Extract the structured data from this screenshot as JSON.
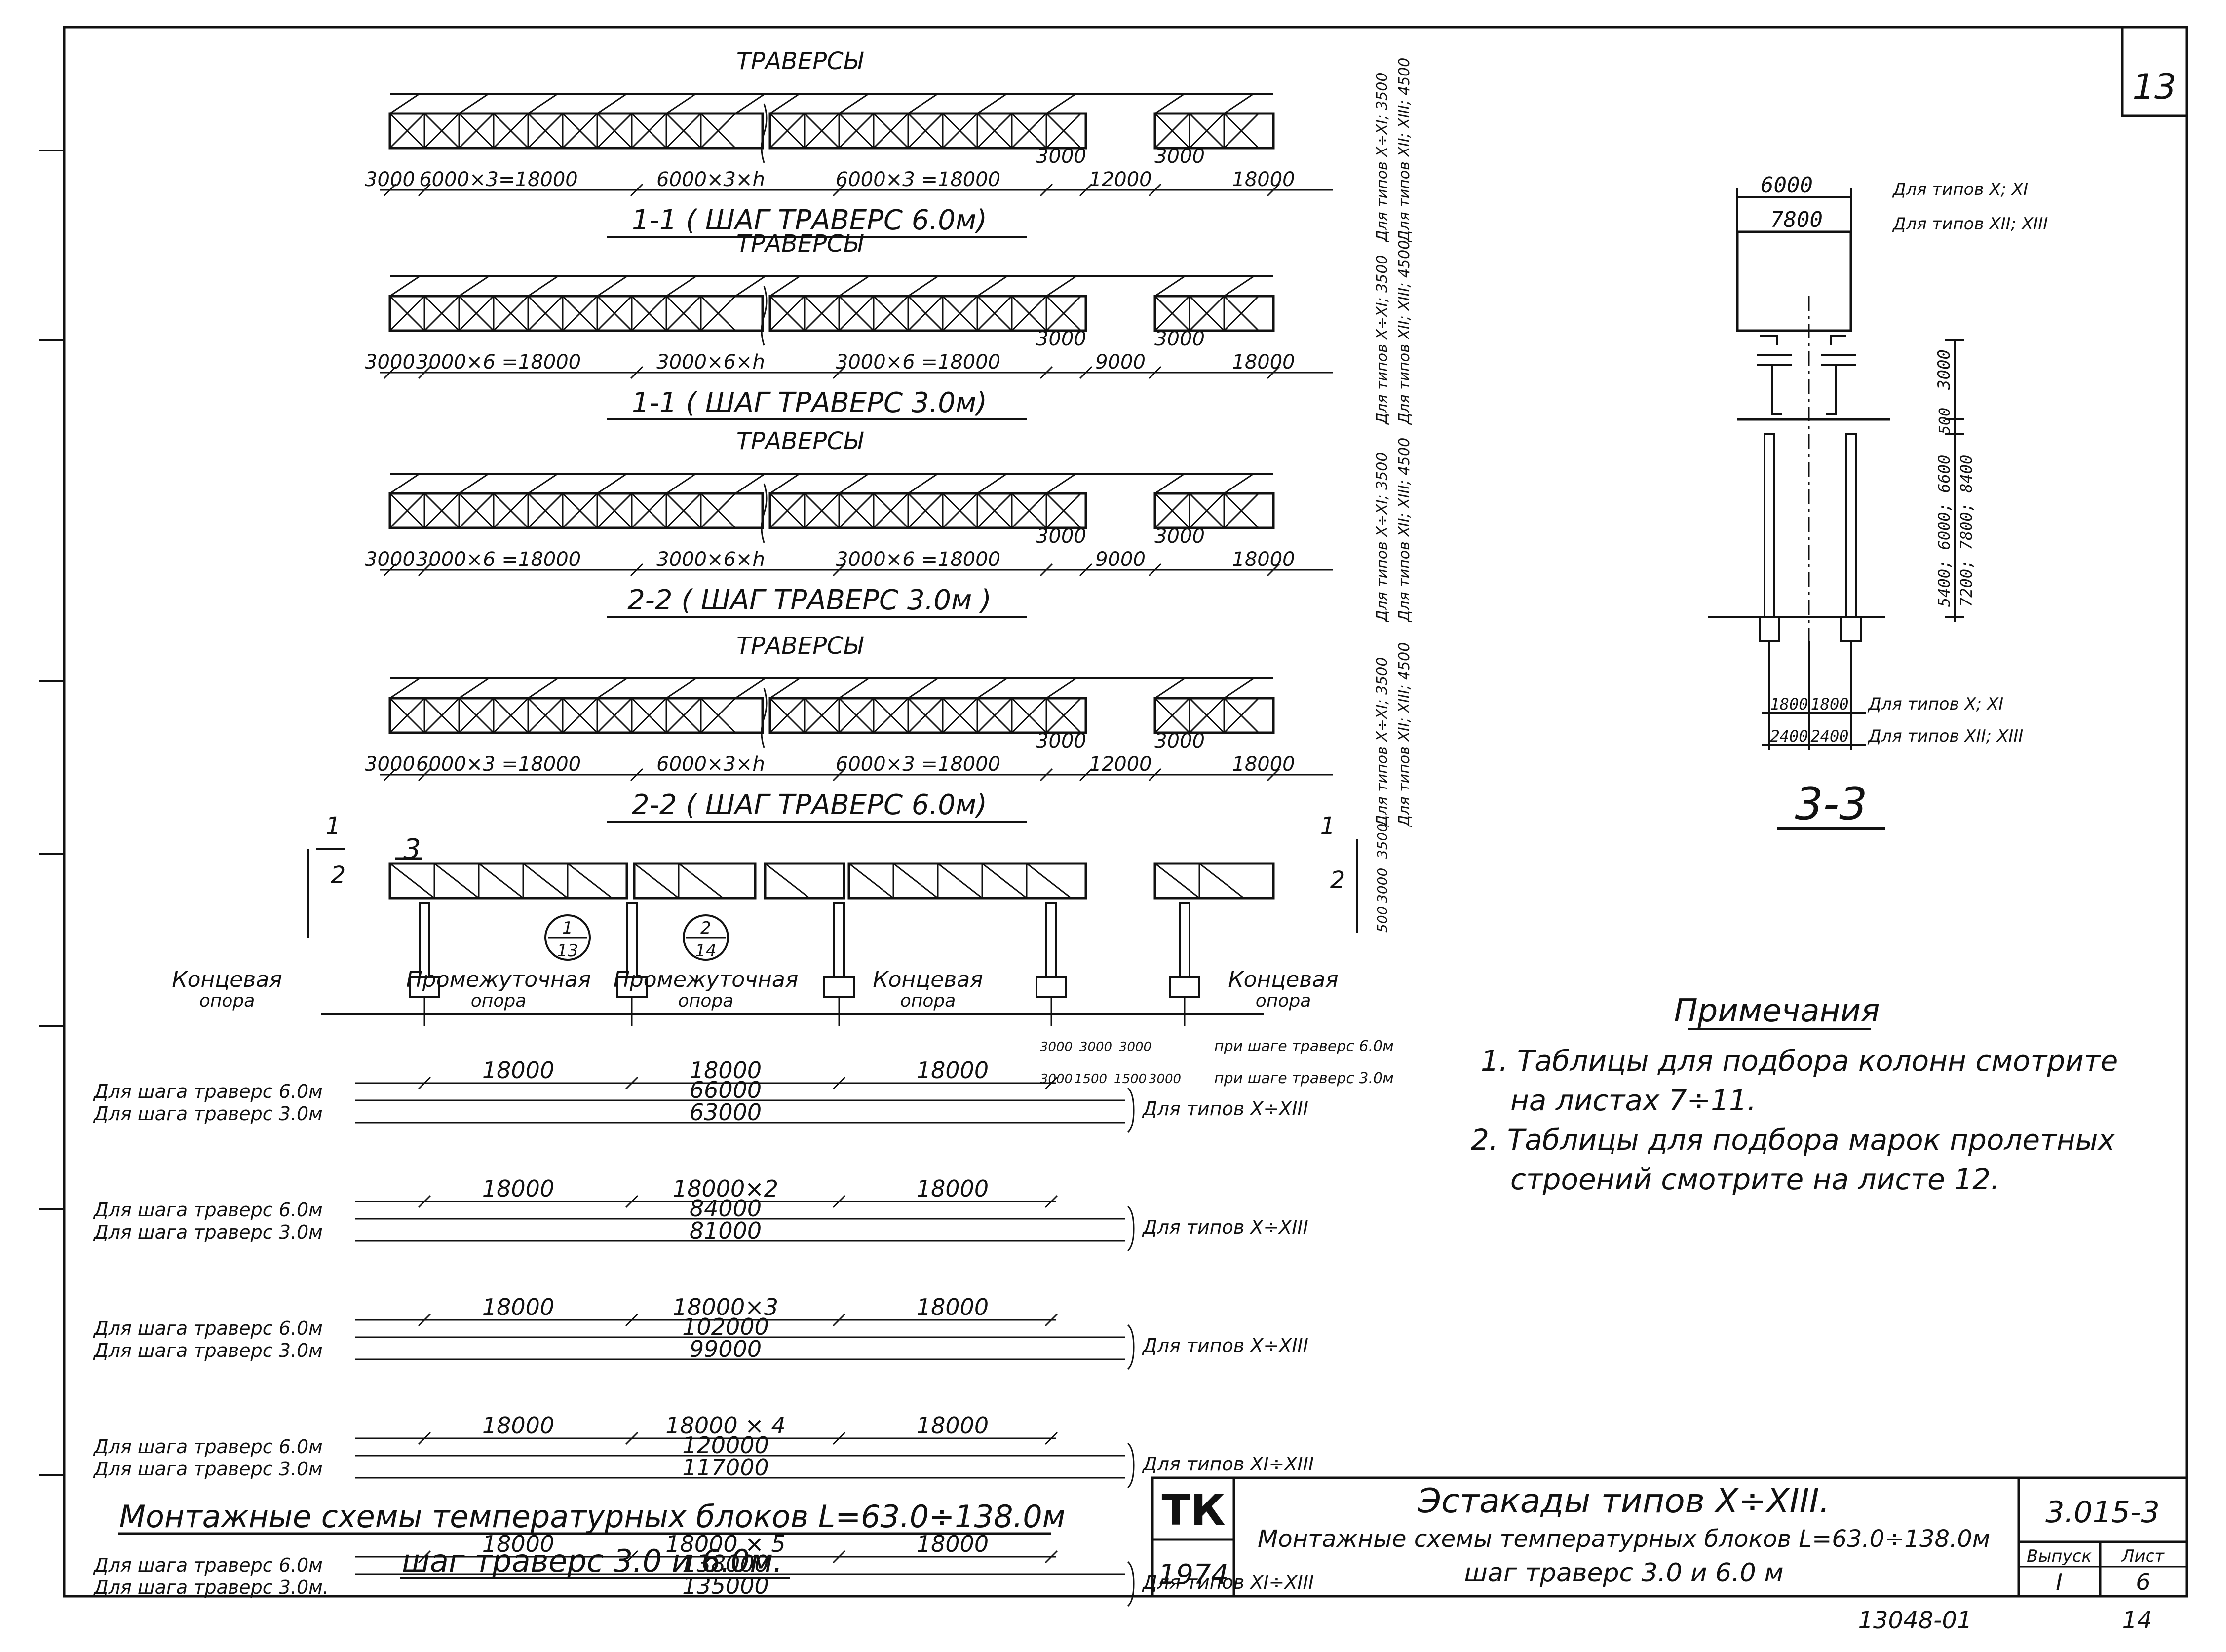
{
  "sheet_number": "13",
  "elevations": [
    {
      "title": "ТРАВЕРСЫ",
      "caption": "1-1 ( ШАГ ТРАВЕРС 6.0м)",
      "dims": [
        "3000",
        "6000×3=18000",
        "6000×3×h",
        "6000×3 =18000",
        "3000",
        "12000",
        "3000",
        "18000"
      ],
      "side": [
        "Для типов X÷XI; 3500",
        "Для типов XII; XIII; 4500"
      ]
    },
    {
      "title": "ТРАВЕРСЫ",
      "caption": "1-1 ( ШАГ ТРАВЕРС 3.0м)",
      "dims": [
        "3000",
        "3000×6 =18000",
        "3000×6×h",
        "3000×6 =18000",
        "3000",
        "9000",
        "3000",
        "18000"
      ],
      "side": [
        "Для типов X÷XI; 3500",
        "Для типов XII; XIII; 4500"
      ]
    },
    {
      "title": "ТРАВЕРСЫ",
      "caption": "2-2 ( ШАГ ТРАВЕРС 3.0м )",
      "dims": [
        "3000",
        "3000×6 =18000",
        "3000×6×h",
        "3000×6 =18000",
        "3000",
        "9000",
        "3000",
        "18000"
      ],
      "side": [
        "Для типов X÷XI; 3500",
        "Для типов XII; XIII; 4500"
      ]
    },
    {
      "title": "ТРАВЕРСЫ",
      "caption": "2-2 ( ШАГ ТРАВЕРС 6.0м)",
      "dims": [
        "3000",
        "6000×3 =18000",
        "6000×3×h",
        "6000×3 =18000",
        "3000",
        "12000",
        "3000",
        "18000"
      ],
      "side": [
        "Для типов X÷XI; 3500",
        "Для типов XII; XIII; 4500"
      ]
    }
  ],
  "plan": {
    "section_marks": [
      "1",
      "2",
      "3",
      "1",
      "2"
    ],
    "refs": [
      {
        "num": "1",
        "sheet": "13"
      },
      {
        "num": "2",
        "sheet": "14"
      }
    ],
    "supports": [
      "Концевая опора",
      "Промежуточная опора",
      "Промежуточная опора",
      "Концевая опора",
      "Концевая опора"
    ],
    "heights": [
      "3500",
      "3000",
      "500"
    ],
    "right_dims": {
      "row1": [
        "3000",
        "3000",
        "3000",
        "при шаге траверс 6.0м"
      ],
      "row2": [
        "3000",
        "1500",
        "1500",
        "3000",
        "при шаге траверс 3.0м"
      ]
    }
  },
  "schemes": [
    {
      "spans": [
        "18000",
        "18000",
        "18000"
      ],
      "label6": "Для шага траверс 6.0м",
      "total6": "66000",
      "label3": "Для шага траверс 3.0м",
      "total3": "63000",
      "types": "Для типов X÷XIII"
    },
    {
      "spans": [
        "18000",
        "18000×2",
        "18000"
      ],
      "label6": "Для шага траверс 6.0м",
      "total6": "84000",
      "label3": "Для шага траверс 3.0м",
      "total3": "81000",
      "types": "Для типов X÷XIII"
    },
    {
      "spans": [
        "18000",
        "18000×3",
        "18000"
      ],
      "label6": "Для шага траверс 6.0м",
      "total6": "102000",
      "label3": "Для шага траверс 3.0м",
      "total3": "99000",
      "types": "Для типов X÷XIII"
    },
    {
      "spans": [
        "18000",
        "18000 × 4",
        "18000"
      ],
      "label6": "Для шага траверс 6.0м",
      "total6": "120000",
      "label3": "Для шага траверс 3.0м",
      "total3": "117000",
      "types": "Для типов XI÷XIII"
    },
    {
      "spans": [
        "18000",
        "18000 × 5",
        "18000"
      ],
      "label6": "Для шага траверс 6.0м",
      "total6": "138000",
      "label3": "Для шага траверс 3.0м.",
      "total3": "135000",
      "types": "Для типов XI÷XIII"
    }
  ],
  "section33": {
    "widths": [
      {
        "value": "6000",
        "label": "Для типов X; XI"
      },
      {
        "value": "7800",
        "label": "Для типов XII; XIII"
      }
    ],
    "vertical": [
      "3000",
      "500",
      "5400; 6000; 6600",
      "7200; 7800; 8400"
    ],
    "base_dims": [
      {
        "a": "1800",
        "b": "1800",
        "label": "Для типов X; XI"
      },
      {
        "a": "2400",
        "b": "2400",
        "label": "Для типов XII; XIII"
      }
    ],
    "title": "3-3"
  },
  "notes": {
    "title": "Примечания",
    "lines": [
      "1. Таблицы для подбора колонн смотрите",
      "на листах 7÷11.",
      "2. Таблицы для подбора марок пролетных",
      "строений смотрите на листе 12."
    ]
  },
  "main_title": [
    "Монтажные схемы температурных блоков L=63.0÷138.0м",
    "шаг траверс 3.0 и 6.0м."
  ],
  "stamp": {
    "logo": "ТК",
    "year": "1974",
    "title": "Эстакады типов X÷XIII.",
    "subtitle": "Монтажные схемы температурных блоков L=63.0÷138.0м",
    "subtitle2": "шаг траверс 3.0 и 6.0 м",
    "code": "3.015-3",
    "issue_label": "Выпуск",
    "issue": "I",
    "sheet_label": "Лист",
    "sheet": "6"
  },
  "footer": {
    "number": "13048-01",
    "page": "14"
  }
}
